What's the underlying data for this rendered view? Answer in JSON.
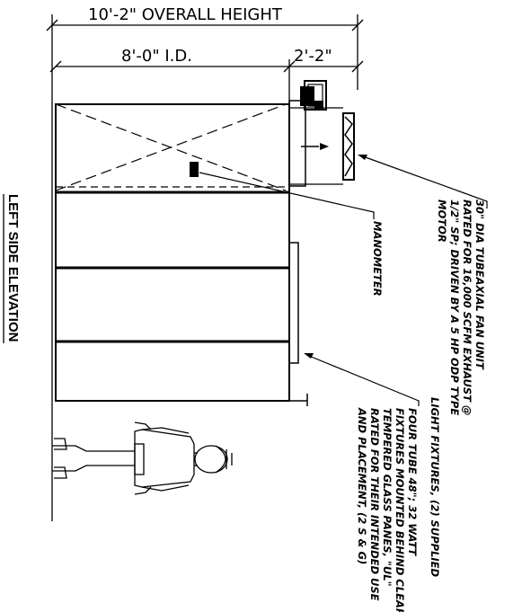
{
  "dimensions": {
    "overall_height": "10'-2\" OVERALL HEIGHT",
    "inside_dimension": "8'-0\" I.D.",
    "fan_depth": "2'-2\""
  },
  "labels": {
    "manometer": "MANOMETER",
    "fan_note": [
      "30\" DIA TUBEAXIAL FAN UNIT",
      "RATED FOR 16,000 SCFM EXHAUST @",
      "1/2\" SP; DRIVEN BY A 5 HP ODP TYPE",
      "MOTOR"
    ],
    "light_note": [
      "LIGHT FIXTURES, (2) SUPPLIED",
      "FOUR TUBE 48\"; 32 WATT",
      "FIXTURES MOUNTED BEHIND CLEAR",
      "TEMPERED GLASS PANES, \"UL\"",
      "RATED FOR THEIR INTENDED USE",
      "AND PLACEMENT, (2 S & G)"
    ],
    "view_title": "LEFT SIDE ELEVATION"
  }
}
